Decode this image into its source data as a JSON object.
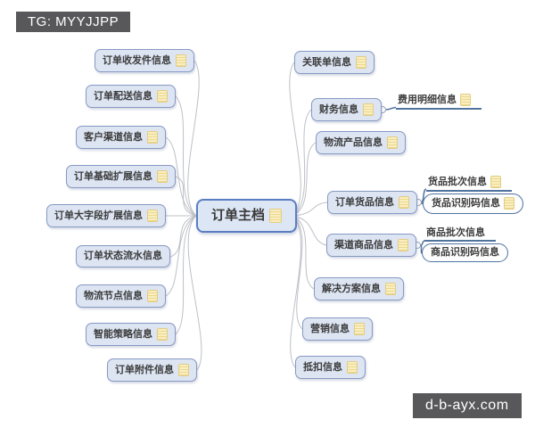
{
  "badges": {
    "top_left": "TG: MYYJJPP",
    "bottom_right": "d-b-ayx.com"
  },
  "center": {
    "label": "订单主档"
  },
  "left_nodes": [
    {
      "label": "订单收发件信息"
    },
    {
      "label": "订单配送信息"
    },
    {
      "label": "客户渠道信息"
    },
    {
      "label": "订单基础扩展信息"
    },
    {
      "label": "订单大字段扩展信息"
    },
    {
      "label": "订单状态流水信息"
    },
    {
      "label": "物流节点信息"
    },
    {
      "label": "智能策略信息"
    },
    {
      "label": "订单附件信息"
    }
  ],
  "right_nodes": [
    {
      "label": "关联单信息"
    },
    {
      "label": "财务信息",
      "children": [
        {
          "label": "费用明细信息",
          "style": "underline"
        }
      ]
    },
    {
      "label": "物流产品信息"
    },
    {
      "label": "订单货品信息",
      "children": [
        {
          "label": "货品批次信息",
          "style": "underline"
        },
        {
          "label": "货品识别码信息",
          "style": "capsule"
        }
      ]
    },
    {
      "label": "渠道商品信息",
      "children": [
        {
          "label": "商品批次信息",
          "style": "underline"
        },
        {
          "label": "商品识别码信息",
          "style": "capsule"
        }
      ]
    },
    {
      "label": "解决方案信息"
    },
    {
      "label": "营销信息"
    },
    {
      "label": "抵扣信息"
    }
  ],
  "icons": {
    "node_icon": "note-icon"
  },
  "colors": {
    "node_fill": "#dde5f3",
    "node_border": "#8799c3",
    "center_border": "#5b7ec2",
    "child_accent": "#51749f",
    "connector": "#bdc0c6",
    "note_icon": "#f0dfa0",
    "badge_bg": "#58585a",
    "badge_text": "#ffffff"
  }
}
